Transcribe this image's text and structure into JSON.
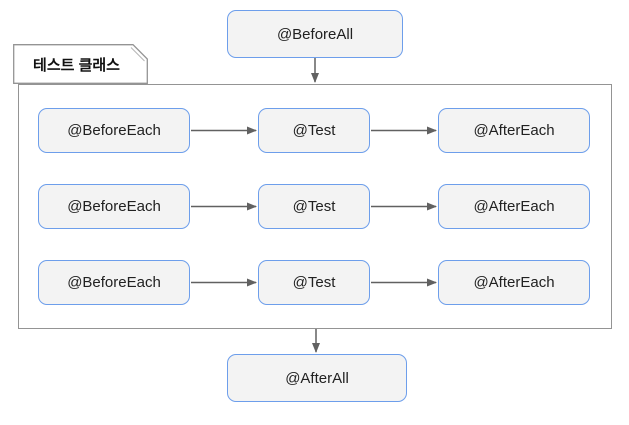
{
  "colors": {
    "background": "#ffffff",
    "node_fill": "#f3f3f3",
    "node_border": "#6d9eeb",
    "frame_border": "#949494",
    "arrow": "#616161",
    "text": "#212121"
  },
  "diagram": {
    "before_all": "@BeforeAll",
    "container_label": "테스트 클래스",
    "rows": [
      [
        "@BeforeEach",
        "@Test",
        "@AfterEach"
      ],
      [
        "@BeforeEach",
        "@Test",
        "@AfterEach"
      ],
      [
        "@BeforeEach",
        "@Test",
        "@AfterEach"
      ]
    ],
    "after_all": "@AfterAll"
  }
}
